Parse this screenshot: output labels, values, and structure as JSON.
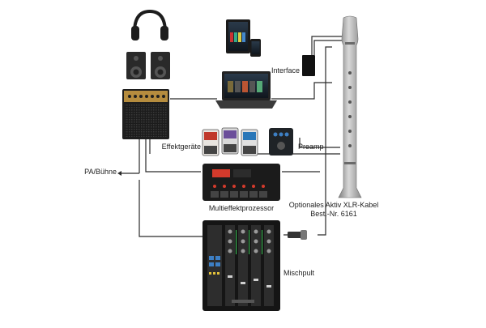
{
  "diagram": {
    "labels": {
      "interface": "Interface",
      "effektgeraete": "Effektgeräte",
      "preamp": "Preamp",
      "pa_buehne": "PA/Bühne",
      "multieffekt": "Multieffektprozessor",
      "xlr_line1": "Optionales Aktiv XLR-Kabel",
      "xlr_line2": "Best.-Nr. 6161",
      "mischpult": "Mischpult"
    },
    "devices": [
      "headphones-icon",
      "speakers-icon",
      "tablet-icon",
      "phone-icon",
      "laptop-icon",
      "interface-box-icon",
      "amplifier-icon",
      "effect-pedals-icon",
      "preamp-box-icon",
      "multi-effects-processor-icon",
      "dj-mixer-icon",
      "recorder-instrument-icon",
      "xlr-connector-icon"
    ],
    "colors": {
      "cable": "#2a2a2a",
      "device_dark": "#1b1b1b",
      "recorder": "#9a9a9a",
      "accent_red": "#d33a2c",
      "accent_blue": "#3d7fc4",
      "mixer_green": "#3cc457"
    }
  }
}
